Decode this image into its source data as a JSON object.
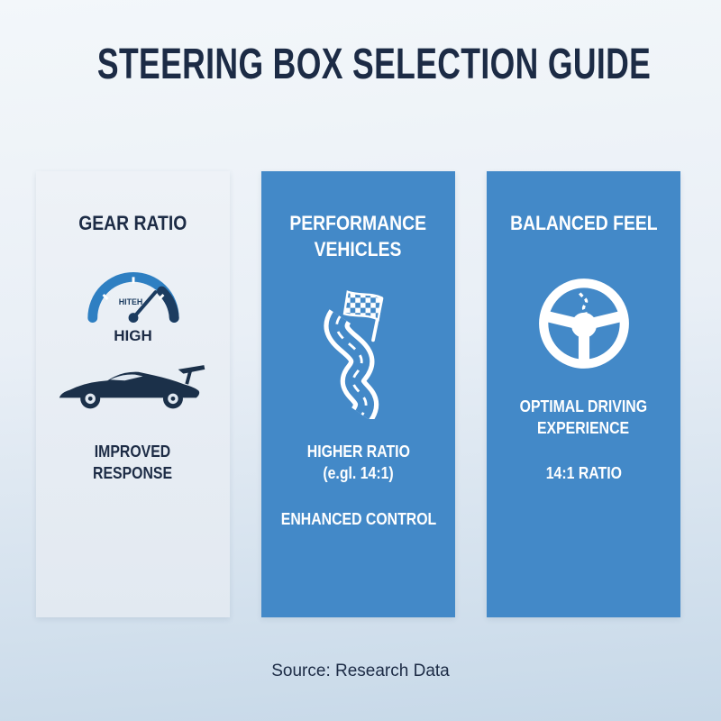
{
  "title": "STEERING BOX SELECTION GUIDE",
  "source": "Source: Research Data",
  "colors": {
    "accent_blue": "#4389c8",
    "navy": "#1c2b45",
    "light_card": "#e9eef4"
  },
  "columns": [
    {
      "id": "gear-ratio",
      "heading_lines": [
        "GEAR RATIO"
      ],
      "gauge_inner_text": "HITEH",
      "gauge_label": "HIGH",
      "body_lines": [
        "IMPROVED",
        "RESPONSE"
      ],
      "icons": [
        "gauge-icon",
        "sports-car-icon"
      ]
    },
    {
      "id": "performance-vehicles",
      "heading_lines": [
        "PERFORMANCE",
        "VEHICLES"
      ],
      "body_main_lines": [
        "HIGHER RATIO",
        "(e.gl. 14:1)"
      ],
      "body_sub_lines": [
        "ENHANCED CONTROL"
      ],
      "icons": [
        "winding-road-flag-icon"
      ]
    },
    {
      "id": "balanced-feel",
      "heading_lines": [
        "BALANCED FEEL"
      ],
      "body_main_lines": [
        "OPTIMAL DRIVING",
        "EXPERIENCE"
      ],
      "body_sub_lines": [
        "14:1 RATIO"
      ],
      "icons": [
        "steering-wheel-icon"
      ]
    }
  ]
}
